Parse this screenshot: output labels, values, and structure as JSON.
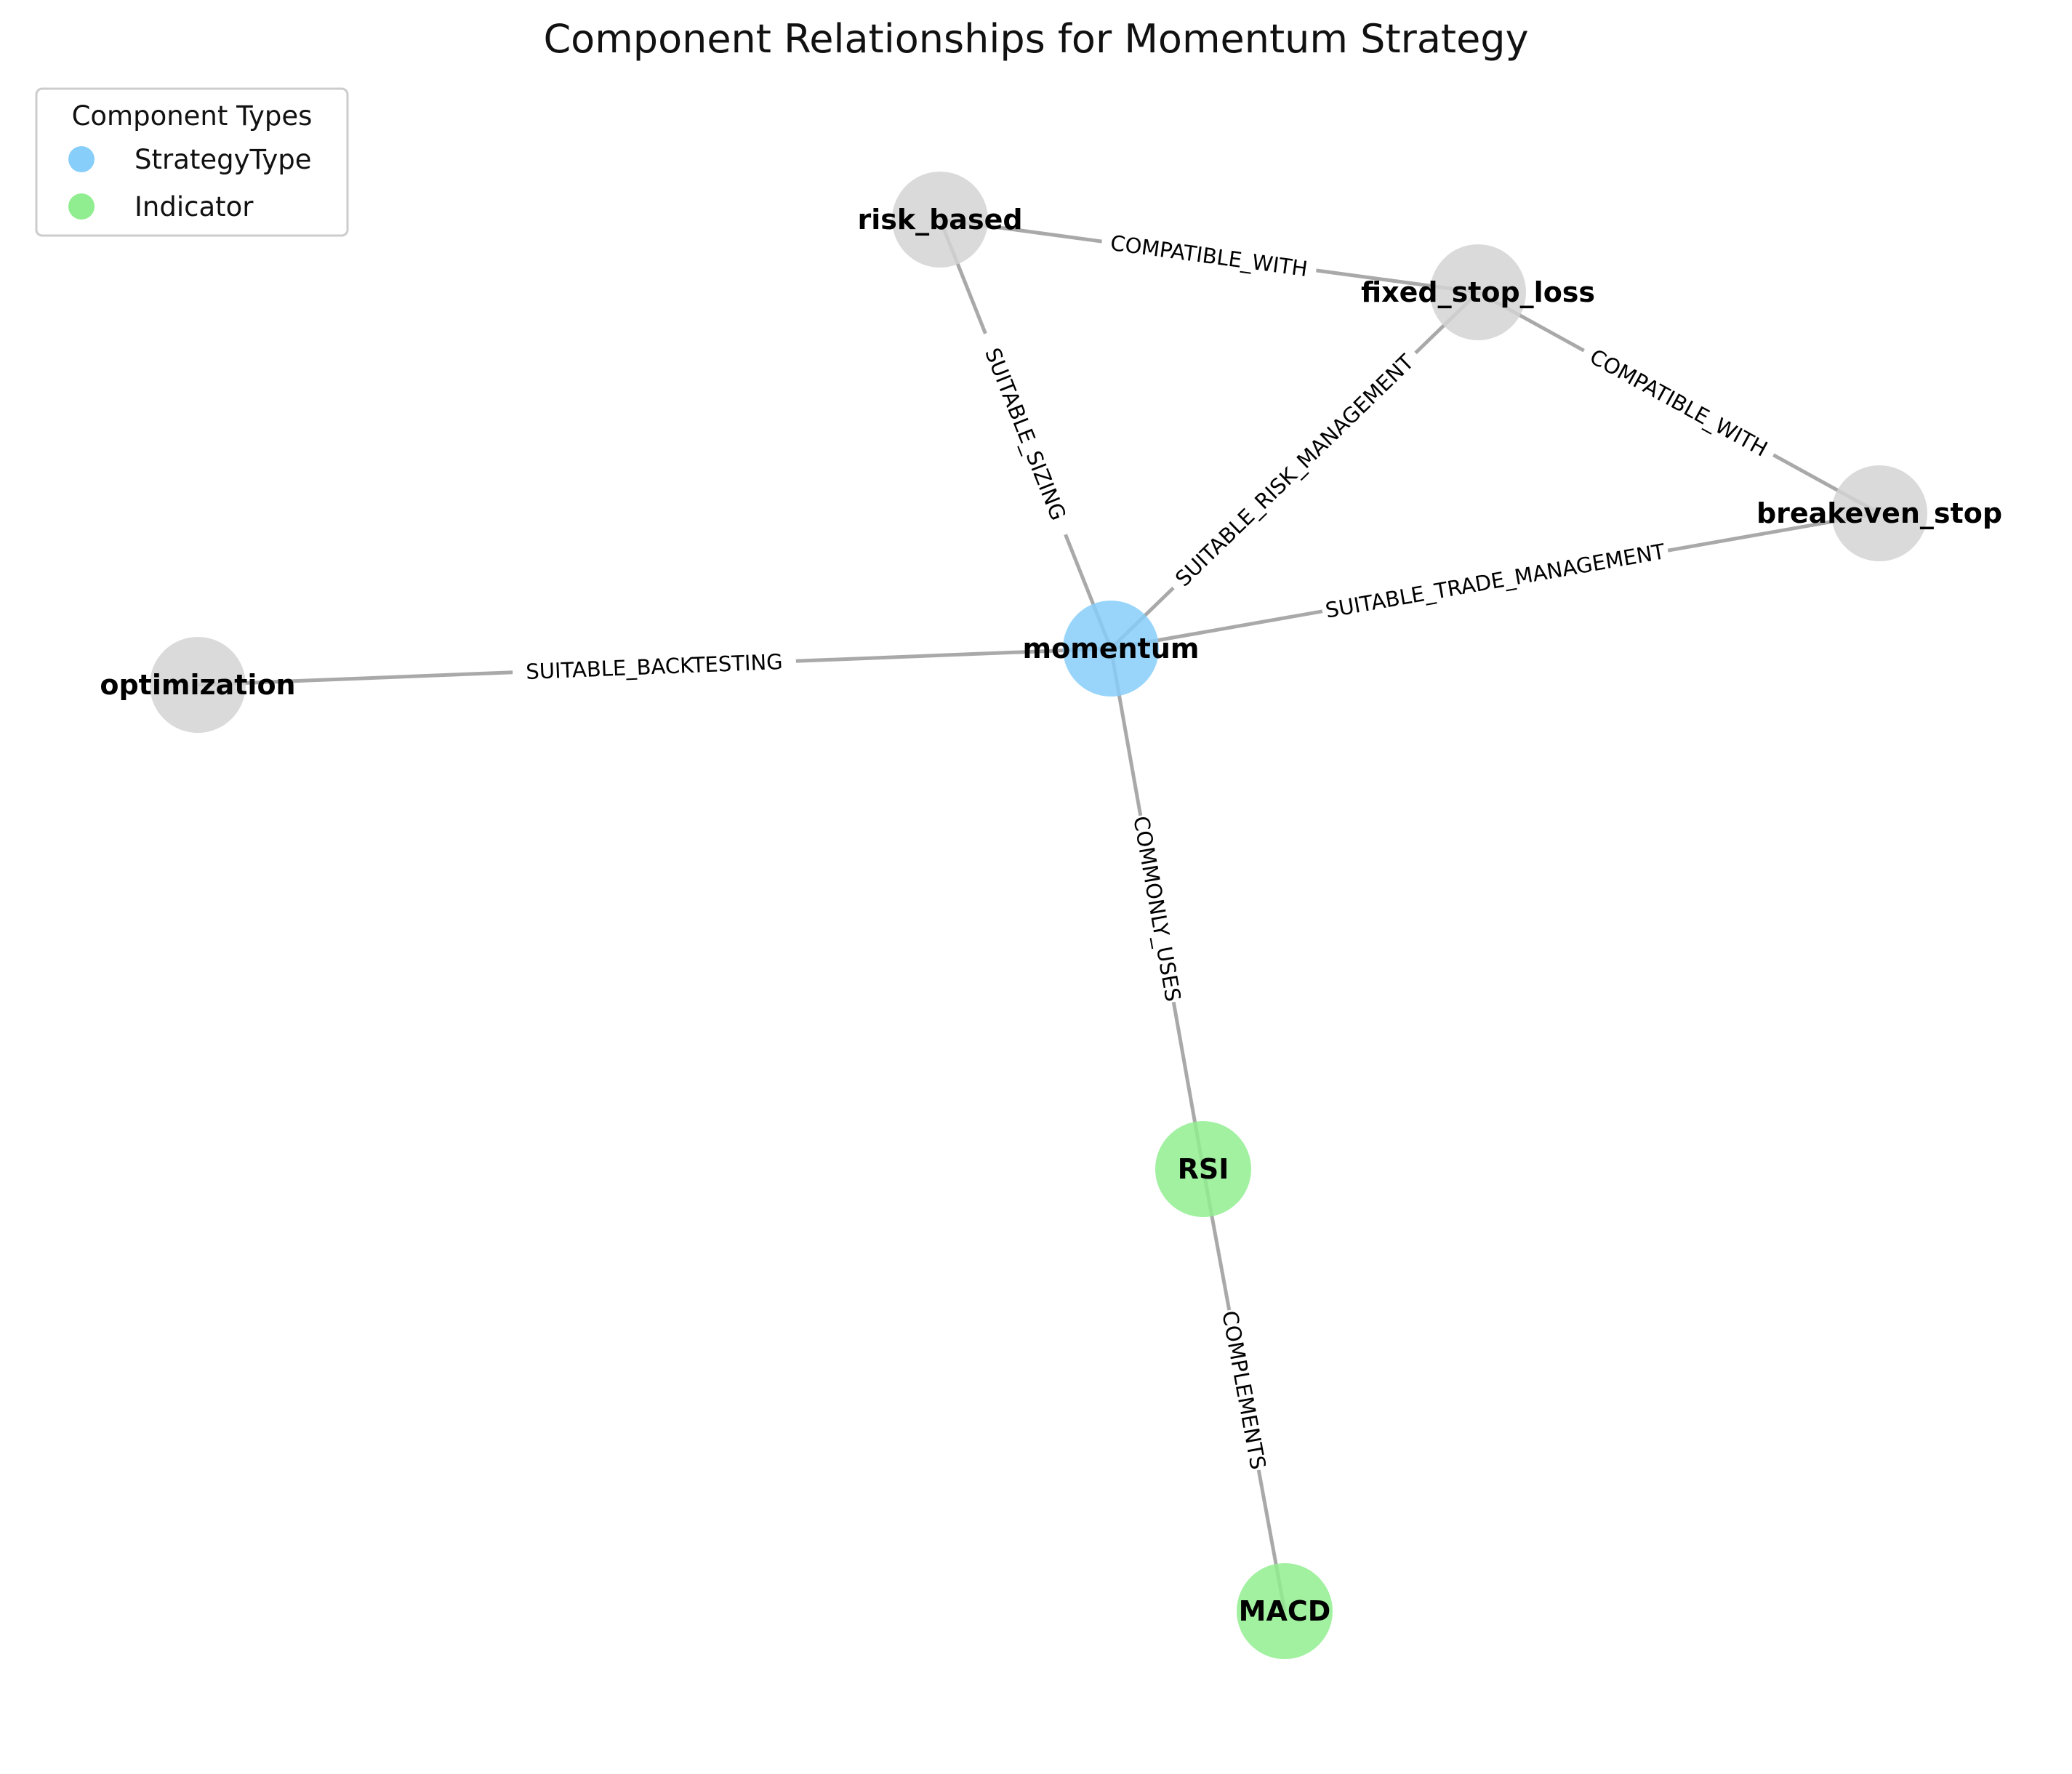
{
  "title": "Component Relationships for Momentum Strategy",
  "legend": {
    "title": "Component Types",
    "items": [
      {
        "label": "StrategyType",
        "color": "#87cefa"
      },
      {
        "label": "Indicator",
        "color": "#90ee90"
      }
    ]
  },
  "colors": {
    "default_node": "#d3d3d3",
    "edge": "#a9a9a9"
  },
  "nodes": [
    {
      "id": "risk_based",
      "label": "risk_based",
      "type": "other"
    },
    {
      "id": "fixed_stop_loss",
      "label": "fixed_stop_loss",
      "type": "other"
    },
    {
      "id": "breakeven_stop",
      "label": "breakeven_stop",
      "type": "other"
    },
    {
      "id": "momentum",
      "label": "momentum",
      "type": "StrategyType"
    },
    {
      "id": "optimization",
      "label": "optimization",
      "type": "other"
    },
    {
      "id": "RSI",
      "label": "RSI",
      "type": "Indicator"
    },
    {
      "id": "MACD",
      "label": "MACD",
      "type": "Indicator"
    }
  ],
  "edges": [
    {
      "source": "risk_based",
      "target": "fixed_stop_loss",
      "label": "COMPATIBLE_WITH"
    },
    {
      "source": "fixed_stop_loss",
      "target": "breakeven_stop",
      "label": "COMPATIBLE_WITH"
    },
    {
      "source": "momentum",
      "target": "risk_based",
      "label": "SUITABLE_SIZING"
    },
    {
      "source": "momentum",
      "target": "fixed_stop_loss",
      "label": "SUITABLE_RISK_MANAGEMENT"
    },
    {
      "source": "momentum",
      "target": "breakeven_stop",
      "label": "SUITABLE_TRADE_MANAGEMENT"
    },
    {
      "source": "momentum",
      "target": "optimization",
      "label": "SUITABLE_BACKTESTING"
    },
    {
      "source": "momentum",
      "target": "RSI",
      "label": "COMMONLY_USES"
    },
    {
      "source": "RSI",
      "target": "MACD",
      "label": "COMPLEMENTS"
    }
  ]
}
